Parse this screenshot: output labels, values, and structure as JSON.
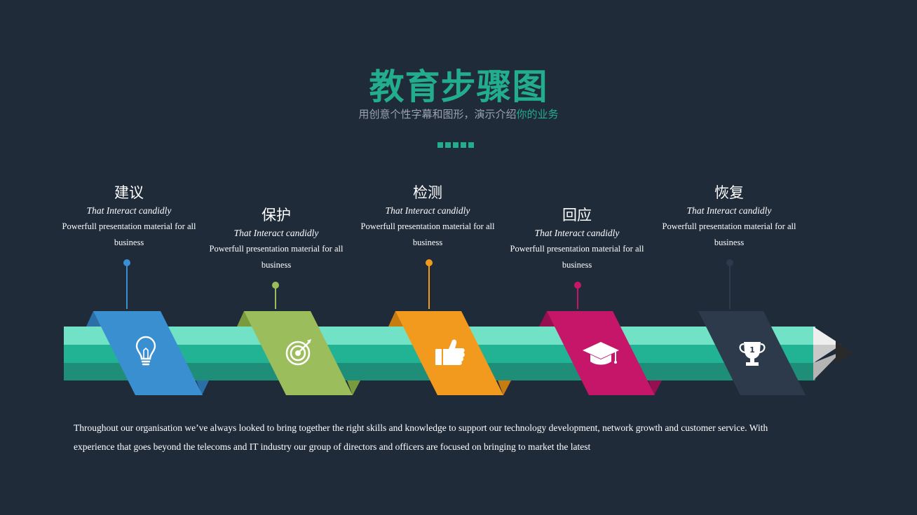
{
  "title": "教育步骤图",
  "subtitle": {
    "main": "用创意个性字幕和图形，演示介绍",
    "accent": "你的业务"
  },
  "colors": {
    "background": "#202b3a",
    "accent": "#22ad8d",
    "step1": "#3a8fd0",
    "step2": "#9bbd5b",
    "step3": "#f29a1e",
    "step4": "#c5166a",
    "step5": "#2c3a4b"
  },
  "steps": [
    {
      "title": "建议",
      "tagline": "That Interact candidly",
      "desc_line1": "Powerfull presentation material for all",
      "desc_line2": "business",
      "icon": "lightbulb-icon"
    },
    {
      "title": "保护",
      "tagline": "That Interact candidly",
      "desc_line1": "Powerfull presentation material for all",
      "desc_line2": "business",
      "icon": "target-icon"
    },
    {
      "title": "检测",
      "tagline": "That Interact candidly",
      "desc_line1": "Powerfull presentation material for all",
      "desc_line2": "business",
      "icon": "thumbs-up-icon"
    },
    {
      "title": "回应",
      "tagline": "That Interact candidly",
      "desc_line1": "Powerfull presentation material for all",
      "desc_line2": "business",
      "icon": "graduation-cap-icon"
    },
    {
      "title": "恢复",
      "tagline": "That Interact candidly",
      "desc_line1": "Powerfull presentation material for all",
      "desc_line2": "business",
      "icon": "trophy-icon",
      "trophy_number": "1"
    }
  ],
  "body_text": {
    "line1": "Throughout our organisation we’ve always looked to bring together the right skills and knowledge to support our technology development, network growth and customer service. With",
    "line2": "experience that goes beyond the telecoms and IT industry our group of directors and officers are focused on bringing to market the latest"
  }
}
